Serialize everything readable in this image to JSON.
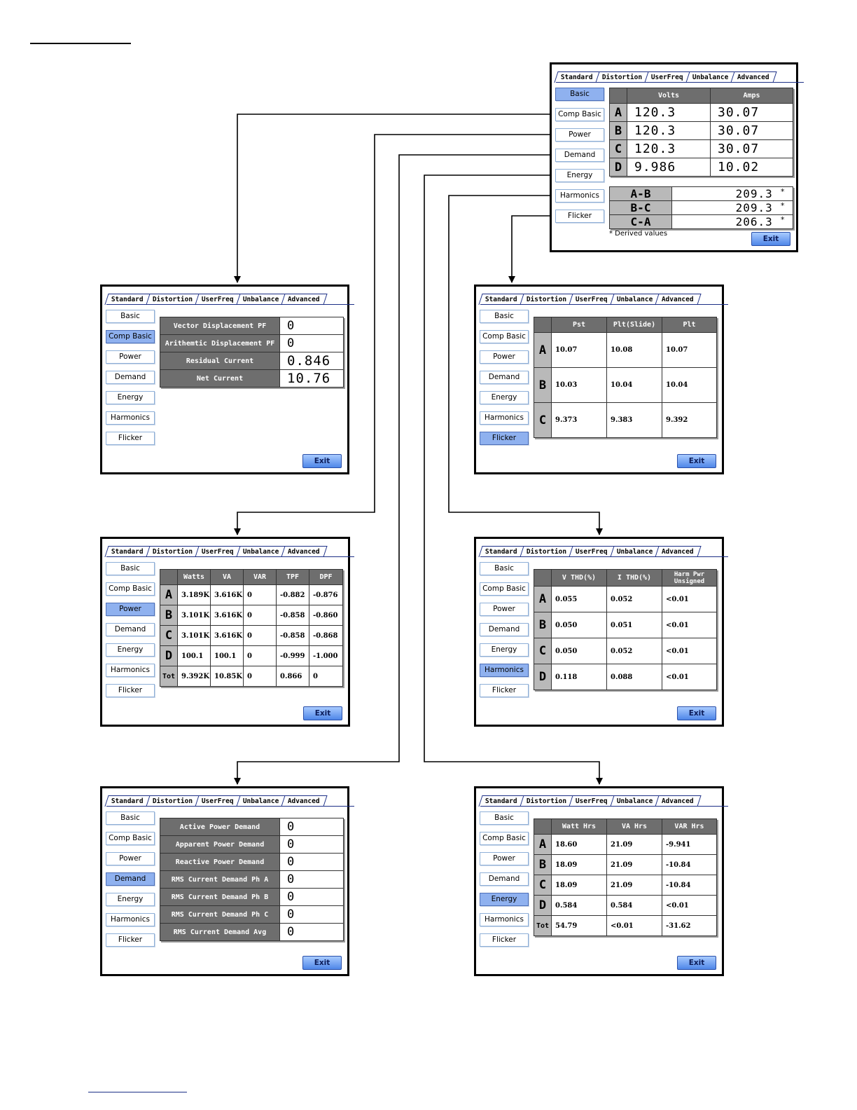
{
  "tabs": [
    "Standard",
    "Distortion",
    "UserFreq",
    "Unbalance",
    "Advanced"
  ],
  "side_buttons": [
    "Basic",
    "Comp Basic",
    "Power",
    "Demand",
    "Energy",
    "Harmonics",
    "Flicker"
  ],
  "exit_label": "Exit",
  "basic": {
    "headers": [
      "",
      "Volts",
      "Amps"
    ],
    "rows": [
      {
        "label": "A",
        "volts": "120.3",
        "amps": "30.07"
      },
      {
        "label": "B",
        "volts": "120.3",
        "amps": "30.07"
      },
      {
        "label": "C",
        "volts": "120.3",
        "amps": "30.07"
      },
      {
        "label": "D",
        "volts": "9.986",
        "amps": "10.02"
      }
    ],
    "line": [
      {
        "label": "A-B",
        "value": "209.3",
        "mark": "*"
      },
      {
        "label": "B-C",
        "value": "209.3",
        "mark": "*"
      },
      {
        "label": "C-A",
        "value": "206.3",
        "mark": "*"
      }
    ],
    "note": "* Derived values"
  },
  "comp_basic": {
    "rows": [
      {
        "label": "Vector Displacement PF",
        "value": "0"
      },
      {
        "label": "Arithemtic Displacement PF",
        "value": "0"
      },
      {
        "label": "Residual Current",
        "value": "0.846"
      },
      {
        "label": "Net Current",
        "value": "10.76"
      }
    ]
  },
  "flicker": {
    "headers": [
      "",
      "Pst",
      "Plt(Slide)",
      "Plt"
    ],
    "rows": [
      {
        "label": "A",
        "v": [
          "10.07",
          "10.08",
          "10.07"
        ]
      },
      {
        "label": "B",
        "v": [
          "10.03",
          "10.04",
          "10.04"
        ]
      },
      {
        "label": "C",
        "v": [
          "9.373",
          "9.383",
          "9.392"
        ]
      }
    ]
  },
  "power": {
    "headers": [
      "",
      "Watts",
      "VA",
      "VAR",
      "TPF",
      "DPF"
    ],
    "rows": [
      {
        "label": "A",
        "v": [
          "3.189K",
          "3.616K",
          "0",
          "-0.882",
          "-0.876"
        ]
      },
      {
        "label": "B",
        "v": [
          "3.101K",
          "3.616K",
          "0",
          "-0.858",
          "-0.860"
        ]
      },
      {
        "label": "C",
        "v": [
          "3.101K",
          "3.616K",
          "0",
          "-0.858",
          "-0.868"
        ]
      },
      {
        "label": "D",
        "v": [
          "100.1",
          "100.1",
          "0",
          "-0.999",
          "-1.000"
        ]
      },
      {
        "label": "Tot",
        "v": [
          "9.392K",
          "10.85K",
          "0",
          "0.866",
          "0"
        ]
      }
    ]
  },
  "harmonics": {
    "headers": [
      "",
      "V THD(%)",
      "I THD(%)",
      "Harm Pwr Unsigned"
    ],
    "rows": [
      {
        "label": "A",
        "v": [
          "0.055",
          "0.052",
          "<0.01"
        ]
      },
      {
        "label": "B",
        "v": [
          "0.050",
          "0.051",
          "<0.01"
        ]
      },
      {
        "label": "C",
        "v": [
          "0.050",
          "0.052",
          "<0.01"
        ]
      },
      {
        "label": "D",
        "v": [
          "0.118",
          "0.088",
          "<0.01"
        ]
      }
    ]
  },
  "demand": {
    "rows": [
      {
        "label": "Active Power Demand",
        "value": "0"
      },
      {
        "label": "Apparent Power Demand",
        "value": "0"
      },
      {
        "label": "Reactive Power Demand",
        "value": "0"
      },
      {
        "label": "RMS Current Demand Ph A",
        "value": "0"
      },
      {
        "label": "RMS Current Demand Ph B",
        "value": "0"
      },
      {
        "label": "RMS Current Demand Ph C",
        "value": "0"
      },
      {
        "label": "RMS Current Demand Avg",
        "value": "0"
      }
    ]
  },
  "energy": {
    "headers": [
      "",
      "Watt Hrs",
      "VA Hrs",
      "VAR Hrs"
    ],
    "rows": [
      {
        "label": "A",
        "v": [
          "18.60",
          "21.09",
          "-9.941"
        ]
      },
      {
        "label": "B",
        "v": [
          "18.09",
          "21.09",
          "-10.84"
        ]
      },
      {
        "label": "C",
        "v": [
          "18.09",
          "21.09",
          "-10.84"
        ]
      },
      {
        "label": "D",
        "v": [
          "0.584",
          "0.584",
          "<0.01"
        ]
      },
      {
        "label": "Tot",
        "v": [
          "54.79",
          "<0.01",
          "-31.62"
        ]
      }
    ]
  }
}
